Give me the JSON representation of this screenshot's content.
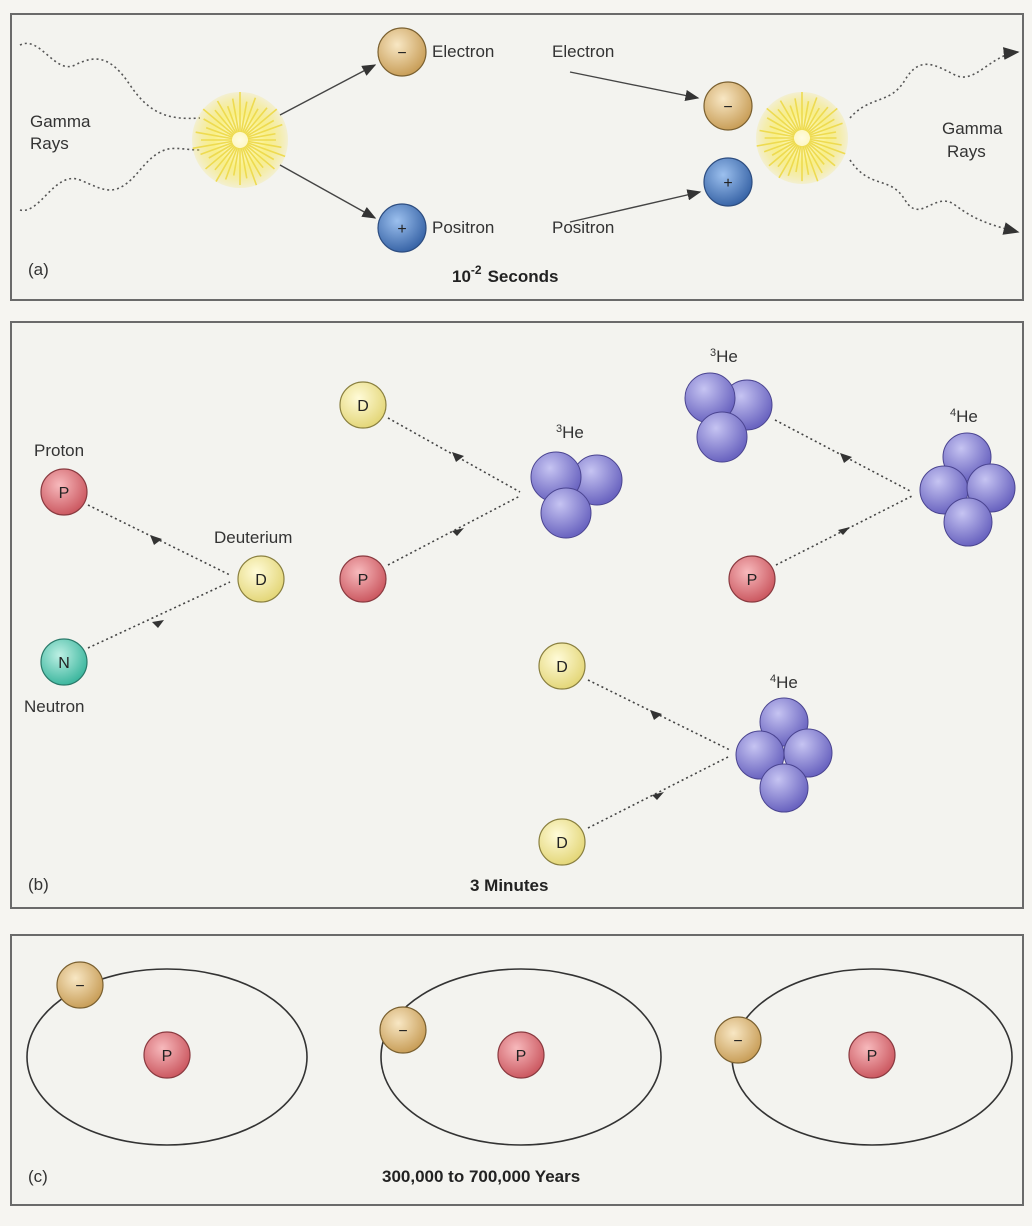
{
  "panel_a": {
    "label": "(a)",
    "caption_base": "10",
    "caption_exp": "-2",
    "caption_unit": "Seconds",
    "left_rays": "Gamma Rays",
    "left_rays_line1": "Gamma",
    "left_rays_line2": "Rays",
    "right_rays_line1": "Gamma",
    "right_rays_line2": "Rays",
    "electron_out": "Electron",
    "positron_out": "Positron",
    "electron_in": "Electron",
    "positron_in": "Positron",
    "minus_sign": "−",
    "plus_sign": "+"
  },
  "panel_b": {
    "label": "(b)",
    "caption": "3 Minutes",
    "proton": "Proton",
    "neutron": "Neutron",
    "deuterium": "Deuterium",
    "p": "P",
    "n": "N",
    "d": "D",
    "he3_mass": "3",
    "he4_mass": "4",
    "he": "He"
  },
  "panel_c": {
    "label": "(c)",
    "caption": "300,000 to 700,000 Years",
    "p": "P",
    "minus_sign": "−"
  },
  "colors": {
    "electron": "#e2c48f",
    "positron": "#5b86c6",
    "proton": "#e07a80",
    "neutron": "#5ccdb8",
    "deuterium": "#f3eca0",
    "helium": "#8b86d6",
    "flash": "#f7ec7a"
  }
}
